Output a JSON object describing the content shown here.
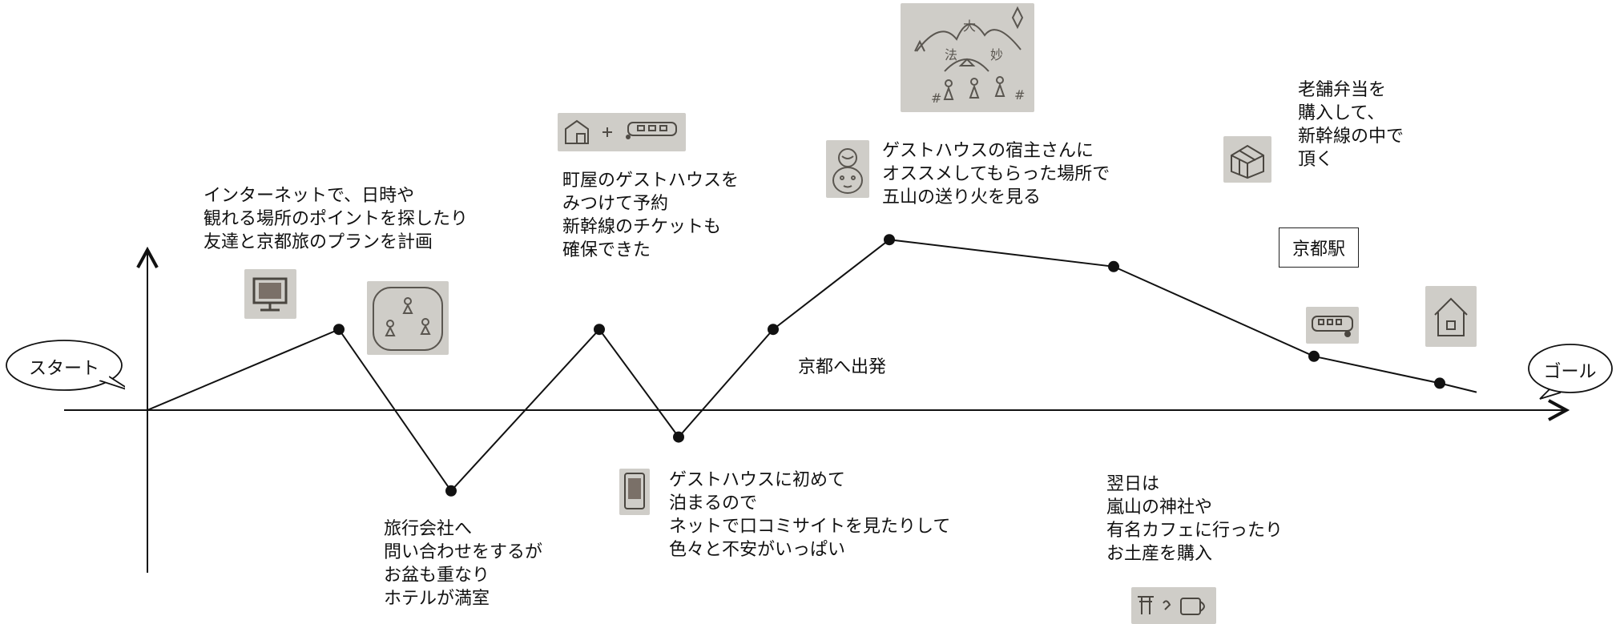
{
  "start_label": "スタート",
  "goal_label": "ゴール",
  "station_label": "京都駅",
  "departure_label": "京都へ出発",
  "colors": {
    "line": "#111111",
    "sketch_bg": "#cfcdc8",
    "sketch_ink": "#5a5650"
  },
  "notes": {
    "internet": [
      "インターネットで、日時や",
      "観れる場所のポイントを探したり",
      "友達と京都旅のプランを計画"
    ],
    "travel_agency": [
      "旅行会社へ",
      "問い合わせをするが",
      "お盆も重なり",
      "ホテルが満室"
    ],
    "machiya": [
      "町屋のゲストハウスを",
      "みつけて予約",
      "新幹線のチケットも",
      "確保できた"
    ],
    "first_guesthouse": [
      "ゲストハウスに初めて",
      "泊まるので",
      "ネットで口コミサイトを見たりして",
      "色々と不安がいっぱい"
    ],
    "gozan": [
      "ゲストハウスの宿主さんに",
      "オススメしてもらった場所で",
      "五山の送り火を見る"
    ],
    "arashiyama": [
      "翌日は",
      "嵐山の神社や",
      "有名カフェに行ったり",
      "お土産を購入"
    ],
    "bento": [
      "老舗弁当を",
      "購入して、",
      "新幹線の中で",
      "頂く"
    ]
  },
  "icons": [
    "computer-sketch-icon",
    "friends-sketch-icon",
    "house-train-sketch-icon",
    "phone-sketch-icon",
    "gozan-fire-sketch-icon",
    "host-face-sketch-icon",
    "bento-box-sketch-icon",
    "train-sketch-icon",
    "home-sketch-icon",
    "shrine-cafe-sketch-icon"
  ],
  "chart_data": {
    "type": "line",
    "x": [
      1,
      2,
      3,
      4,
      5,
      6,
      7,
      8,
      9,
      10,
      11
    ],
    "values": [
      0.0,
      0.9,
      -0.9,
      0.9,
      -0.3,
      0.9,
      1.9,
      1.6,
      0.6,
      0.3,
      0.2
    ],
    "point_labels": [
      "start",
      "internet",
      "travel_agency",
      "machiya",
      "first_guesthouse",
      "departure",
      "gozan",
      "arashiyama",
      "station",
      "home",
      "end"
    ],
    "markers_shown": [
      false,
      true,
      true,
      true,
      true,
      true,
      true,
      true,
      true,
      true,
      false
    ],
    "title": "",
    "xlabel": "",
    "ylabel": ""
  }
}
